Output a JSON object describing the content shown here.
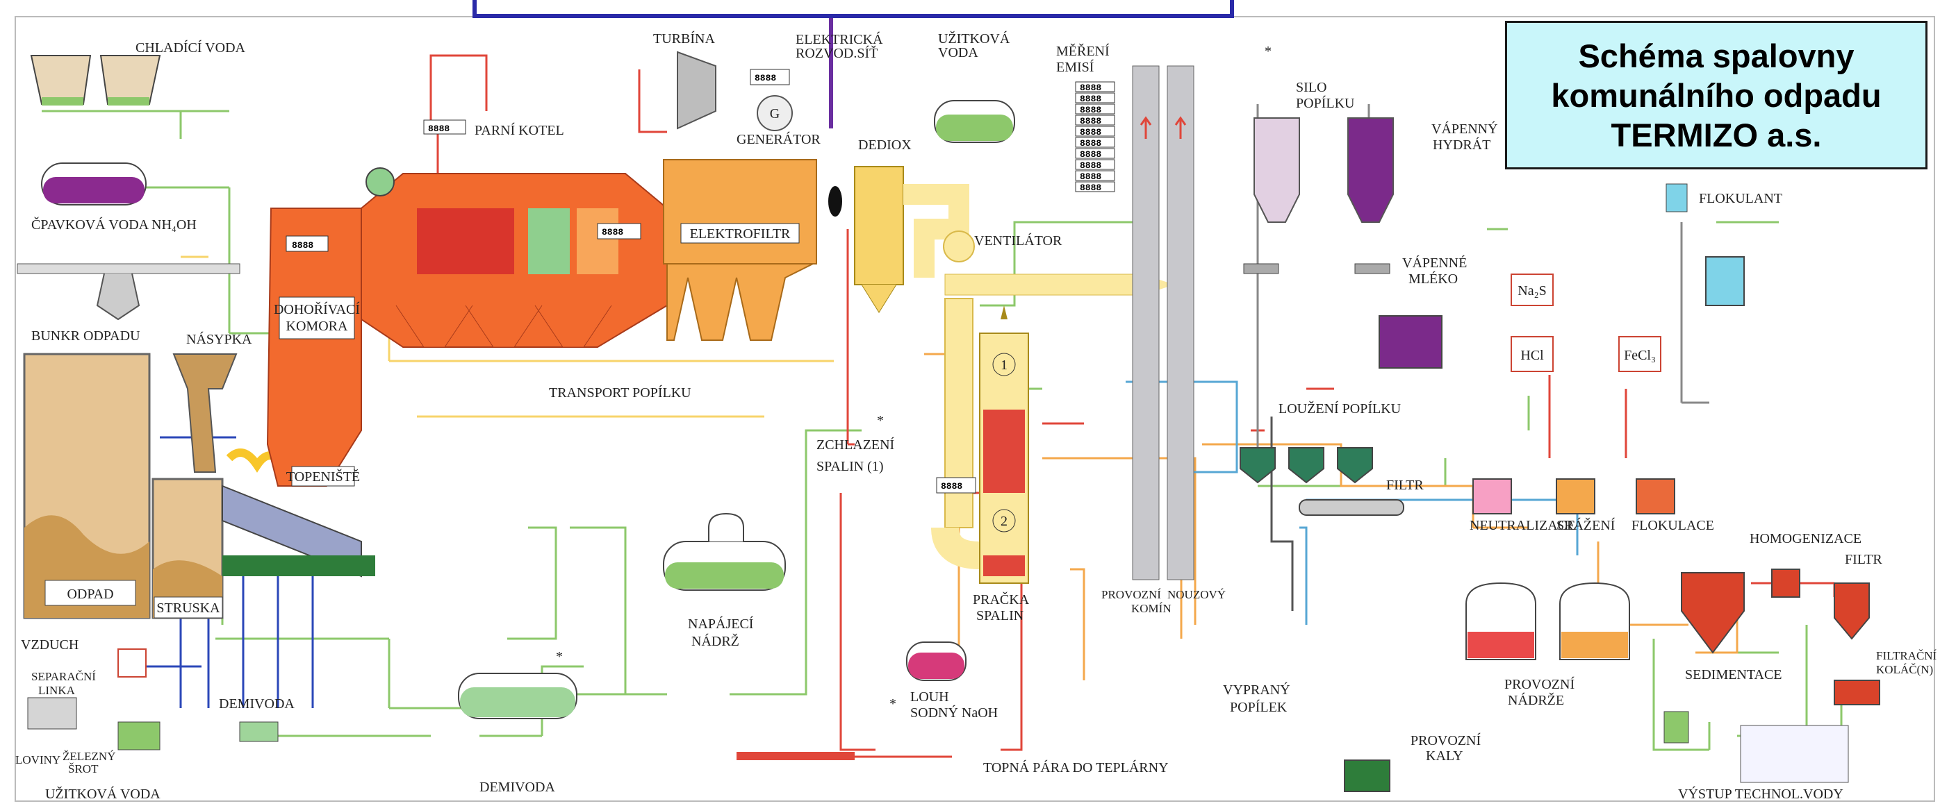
{
  "title": "Schéma spalovny\nkomunálního odpadu\nTERMIZO a.s.",
  "labels": {
    "chladici_voda": "CHLADÍCÍ VODA",
    "cpavkova_voda": "ČPAVKOVÁ VODA NH₄OH",
    "bunkr_odpadu": "BUNKR ODPADU",
    "nasypka": "NÁSYPKA",
    "odpad": "ODPAD",
    "struska": "STRUSKA",
    "vzduch": "VZDUCH",
    "separacni_linka_1": "SEPARAČNÍ",
    "separacni_linka_2": "LINKA",
    "loviny": "LOVINY",
    "zelezny_srot_1": "ŽELEZNÝ",
    "zelezny_srot_2": "ŠROT",
    "uzitkova_voda_bottom": "UŽITKOVÁ VODA",
    "demivoda_left": "DEMIVODA",
    "demivoda_bottom": "DEMIVODA",
    "dohorivaci_1": "DOHOŘÍVACÍ",
    "dohorivaci_2": "KOMORA",
    "topeniste": "TOPENIŠTĚ",
    "parni_kotel": "PARNÍ KOTEL",
    "turbina": "TURBÍNA",
    "elektricka_1": "ELEKTRICKÁ",
    "elektricka_2": "ROZVOD.SÍŤ",
    "generator": "GENERÁTOR",
    "generator_symbol": "G",
    "uzitkova_voda_top_1": "UŽITKOVÁ",
    "uzitkova_voda_top_2": "VODA",
    "dediox": "DEDIOX",
    "elektrofiltr": "ELEKTROFILTR",
    "transport_popilku": "TRANSPORT POPÍLKU",
    "ventilator": "VENTILÁTOR",
    "zchlazeni_1": "ZCHLAZENÍ",
    "zchlazeni_2": "SPALIN (1)",
    "napajeci_1": "NAPÁJECÍ",
    "napajeci_2": "NÁDRŽ",
    "pracka_1": "PRAČKA",
    "pracka_2": "SPALIN",
    "louh_1": "LOUH",
    "louh_2": "SODNÝ NaOH",
    "topna_para": "TOPNÁ PÁRA DO TEPLÁRNY",
    "mereni_1": "MĚŘENÍ",
    "mereni_2": "EMISÍ",
    "provozni_komin_1": "PROVOZNÍ",
    "provozni_komin_2": "KOMÍN",
    "nouzovy_komin": "NOUZOVÝ",
    "silo_1": "SILO",
    "silo_2": "POPÍLKU",
    "vapenny_1": "VÁPENNÝ",
    "vapenny_2": "HYDRÁT",
    "vapenne_1": "VÁPENNÉ",
    "vapenne_2": "MLÉKO",
    "louzeni": "LOUŽENÍ POPÍLKU",
    "filtr_mid": "FILTR",
    "vyprany_1": "VYPRANÝ",
    "vyprany_2": "POPÍLEK",
    "provozni_kaly_1": "PROVOZNÍ",
    "provozni_kaly_2": "KALY",
    "provozni_nadrze_1": "PROVOZNÍ",
    "provozni_nadrze_2": "NÁDRŽE",
    "neutralizace": "NEUTRALIZACE",
    "srazeni": "SRÁŽENÍ",
    "flokulace": "FLOKULACE",
    "flokulant": "FLOKULANT",
    "na2s": "Na₂S",
    "hcl": "HCl",
    "fecl3": "FeCl₃",
    "homogenizace": "HOMOGENIZACE",
    "filtr_right": "FILTR",
    "sedimentace": "SEDIMENTACE",
    "filtracni_1": "FILTRAČNÍ",
    "filtracni_2": "KOLÁČ(N)",
    "vystup": "VÝSTUP TECHNOL.VODY"
  },
  "marks": {
    "asterisk": "*",
    "step_1": "1",
    "step_2": "2",
    "display_value": "8888"
  },
  "colors": {
    "furnace": "#f26a2e",
    "boiler_dark": "#d9352c",
    "filter": "#f4a84c",
    "dediox": "#f7d46b",
    "flue_gas": "#fbe9a0",
    "water_pipe": "#8dc86b",
    "steam_pipe": "#e0463a",
    "chimney": "#c8c8cc",
    "purple": "#7b2a8a",
    "waste": "#d8b07a",
    "title_bg": "#c9f6fa"
  }
}
